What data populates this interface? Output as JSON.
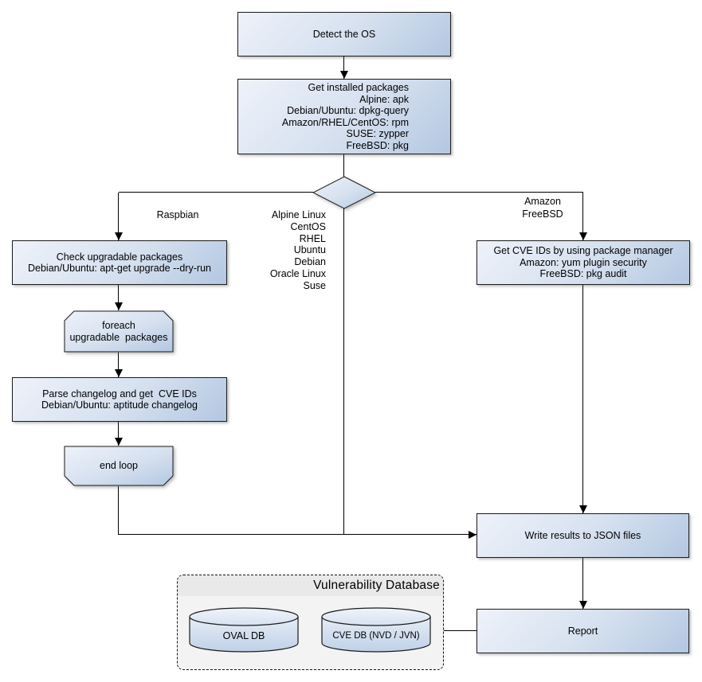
{
  "colors": {
    "node_fill_light": "#eef2fa",
    "node_fill_mid": "#d5e0ef",
    "node_fill_dark": "#b3c7e1",
    "node_border": "#1b1b1b",
    "container_fill": "#f3f3f3",
    "container_band": "#e9e9e9",
    "line": "#000000"
  },
  "nodes": {
    "detect_os": {
      "label": "Detect the OS"
    },
    "get_installed_packages": {
      "label": "Get installed packages\nAlpine: apk\nDebian/Ubuntu: dpkg-query\nAmazon/RHEL/CentOS: rpm\nSUSE: zypper\nFreeBSD: pkg"
    },
    "check_upgradable": {
      "label": "Check upgradable packages\nDebian/Ubuntu: apt-get upgrade --dry-run"
    },
    "foreach_loop": {
      "label": "foreach\nupgradable  packages"
    },
    "parse_changelog": {
      "label": "Parse changelog and get  CVE IDs\nDebian/Ubuntu: aptitude changelog"
    },
    "end_loop": {
      "label": "end loop"
    },
    "get_cve_ids": {
      "label": "Get CVE IDs by using package manager\nAmazon: yum plugin security\nFreeBSD: pkg audit"
    },
    "write_results": {
      "label": "Write results to JSON files"
    },
    "report": {
      "label": "Report"
    },
    "oval_db": {
      "label": "OVAL DB"
    },
    "cve_db": {
      "label": "CVE DB (NVD / JVN)"
    }
  },
  "edge_labels": {
    "raspbian": "Raspbian",
    "os_list": "Alpine Linux\nCentOS\nRHEL\nUbuntu\nDebian\nOracle Linux\nSuse",
    "amazon_freebsd": "Amazon\nFreeBSD"
  },
  "db_container": {
    "title": "Vulnerability Database"
  }
}
